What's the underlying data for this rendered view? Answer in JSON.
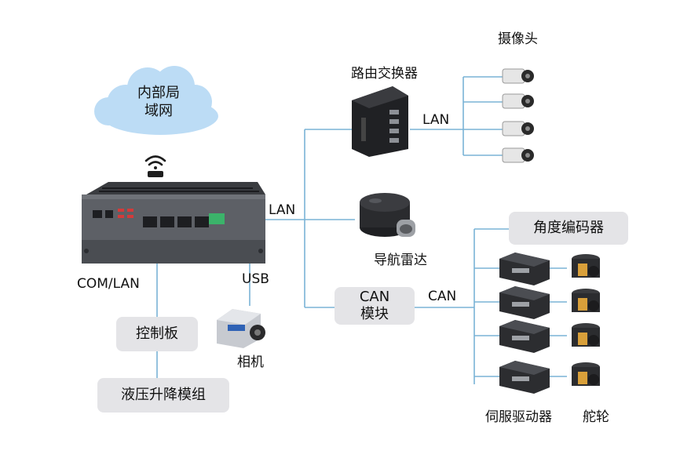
{
  "cloud": {
    "line1": "内部局",
    "line2": "域网"
  },
  "labels": {
    "router": "路由交换器",
    "cameras": "摄像头",
    "lan_router_cameras": "LAN",
    "lan_main": "LAN",
    "lidar": "导航雷达",
    "com_lan": "COM/LAN",
    "usb": "USB",
    "camera_usb": "相机",
    "can_link": "CAN",
    "servo_drivers": "伺服驱动器",
    "steering_wheels": "舵轮"
  },
  "boxes": {
    "encoder": "角度编码器",
    "can_module_l1": "CAN",
    "can_module_l2": "模块",
    "control_board": "控制板",
    "hydraulic": "液压升降模组"
  },
  "icons": {
    "wifi": "wifi-icon",
    "wifi_badge": "WiFi"
  },
  "colors": {
    "cloud": "#bcdcf5",
    "line": "#7ab3d6",
    "box": "#e4e4e7",
    "device_dark": "#2b2d31"
  }
}
